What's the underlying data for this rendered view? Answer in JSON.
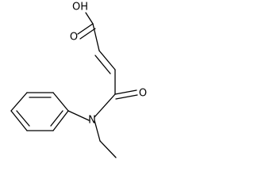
{
  "molecule": {
    "atoms": {
      "hydroxyl": "OH",
      "carbonyl_o_acid": "O",
      "carbonyl_o_amide": "O",
      "nitrogen": "N"
    },
    "bond_color": "#000000",
    "label_color": "#000000",
    "background": "#ffffff"
  }
}
